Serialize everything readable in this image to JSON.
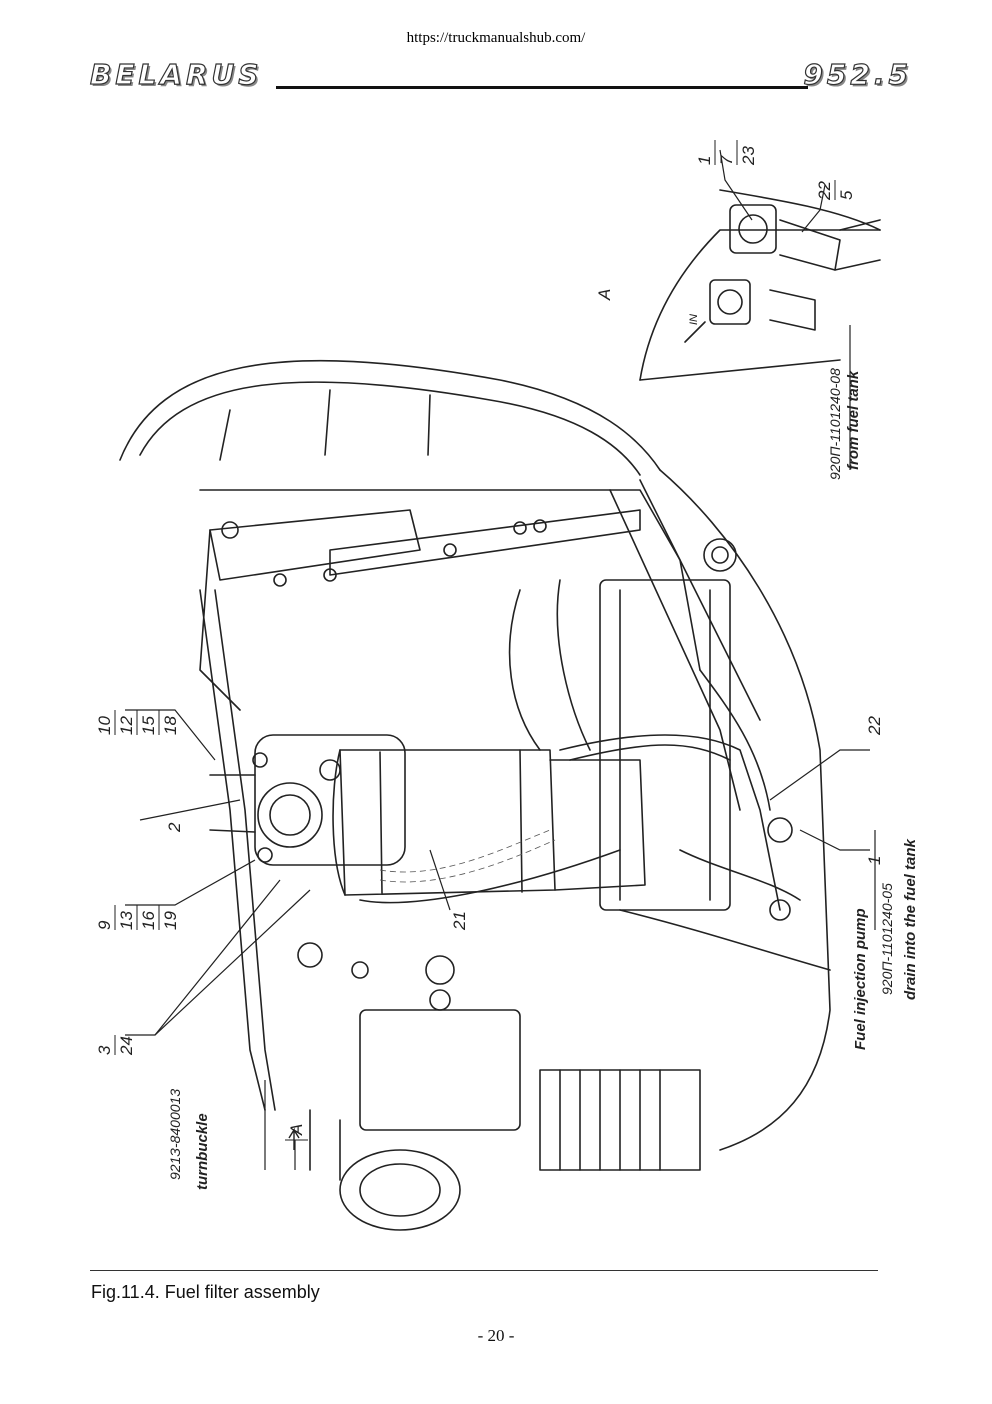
{
  "header": {
    "url": "https://truckmanualshub.com/",
    "brand": "BELARUS",
    "model": "952.5"
  },
  "figure": {
    "callouts": {
      "c10_12_15_18": [
        "10",
        "12",
        "15",
        "18"
      ],
      "c2": "2",
      "c9_13_16_19": [
        "9",
        "13",
        "16",
        "19"
      ],
      "c3_24": [
        "3",
        "24"
      ],
      "c21": "21",
      "c22_lower": "22",
      "c1_lower": "1",
      "c1_7_23": [
        "1",
        "7",
        "23"
      ],
      "c22_5": [
        "22",
        "5"
      ],
      "view_a_label": "A",
      "view_a_arrow": "A",
      "in_label": "IN"
    },
    "part_labels": {
      "turnbuckle_code": "921З-8400013",
      "turnbuckle": "turnbuckle",
      "from_tank_code": "920П-1101240-08",
      "from_tank": "from fuel tank",
      "drain_code": "920П-1101240-05",
      "drain": "drain into the  fuel tank",
      "injection_pump": "Fuel injection pump"
    }
  },
  "caption": "Fig.11.4. Fuel filter assembly",
  "page_number": "- 20 -"
}
